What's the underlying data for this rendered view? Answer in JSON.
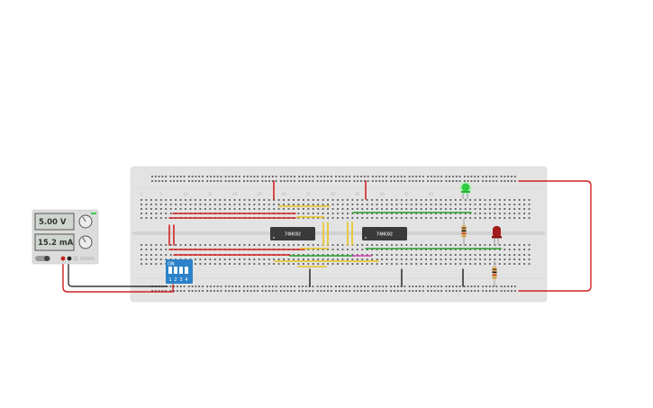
{
  "power_supply": {
    "voltage_display": "5.00 V",
    "current_display": "15.2 mA"
  },
  "chips": [
    {
      "id": "chip-1",
      "label": "74HC02"
    },
    {
      "id": "chip-2",
      "label": "74HC02"
    }
  ],
  "dip_switch": {
    "on_label": "ON",
    "switch_numbers": [
      "1",
      "2",
      "3",
      "4"
    ]
  },
  "breadboard": {
    "column_numbers": [
      "1",
      "5",
      "10",
      "15",
      "20",
      "25",
      "30",
      "35",
      "40",
      "45",
      "50",
      "55",
      "60"
    ]
  },
  "colors": {
    "board": "#e3e3e3",
    "chip": "#3a3a3a",
    "dip_switch": "#2b82c9",
    "led_green": "#2ecc40",
    "led_red": "#a21a1a",
    "wire_red": "#d42020",
    "wire_yellow": "#e6c31c",
    "wire_green": "#27a12a",
    "wire_black": "#333333",
    "wire_magenta": "#d43bb6"
  }
}
